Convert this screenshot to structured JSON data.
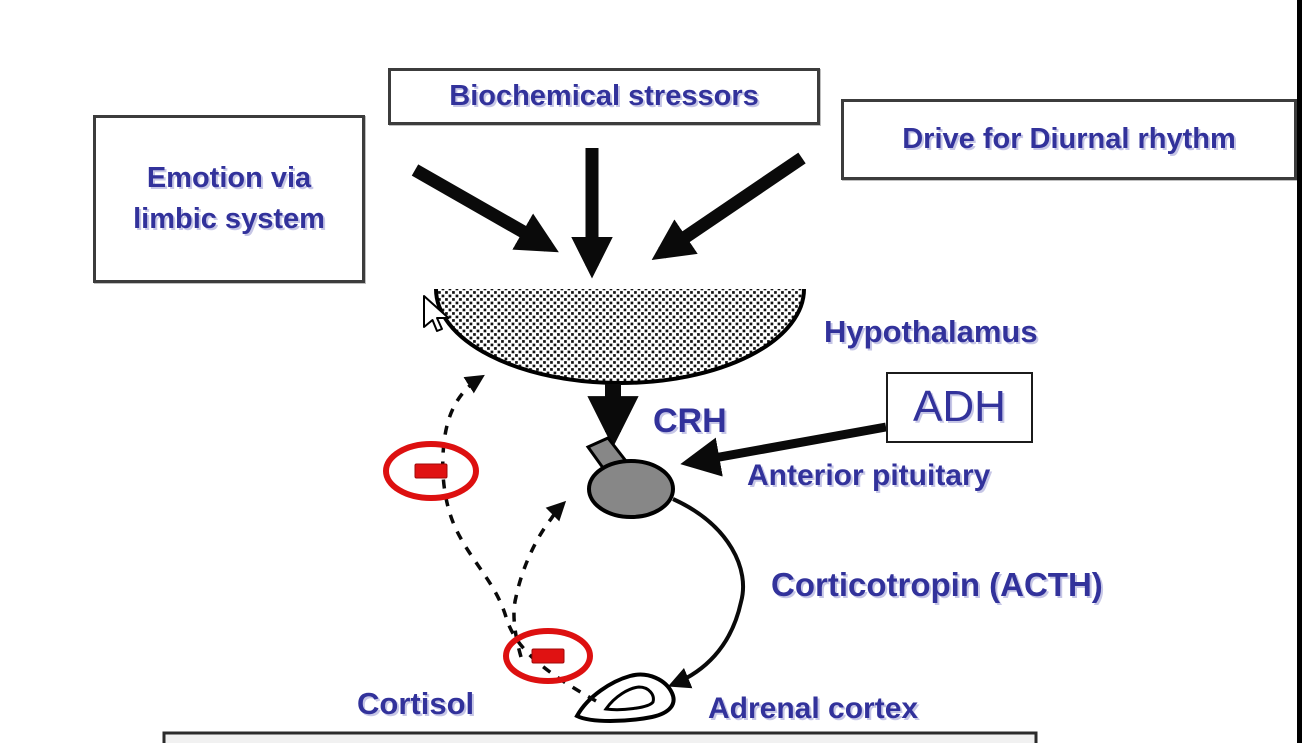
{
  "slide": {
    "topic": "HPA axis stress hormone diagram",
    "labels": {
      "emotion": "Emotion via\nlimbic system",
      "biochemical": "Biochemical stressors",
      "diurnal": "Drive for Diurnal rhythm",
      "hypothalamus": "Hypothalamus",
      "crh": "CRH",
      "adh": "ADH",
      "anterior_pituitary": "Anterior pituitary",
      "corticotropin": "Corticotropin (ACTH)",
      "cortisol": "Cortisol",
      "adrenal_cortex": "Adrenal cortex"
    },
    "colors": {
      "label_text": "#32329B",
      "negative_feedback_red": "#DD1010",
      "pituitary_gray": "#878787",
      "arrow_black": "#0A0A0A",
      "background": "#FFFFFF"
    },
    "icons": {
      "negative_feedback_sign": "minus-in-red-oval",
      "cursor": "mouse-arrow-pointer"
    }
  }
}
